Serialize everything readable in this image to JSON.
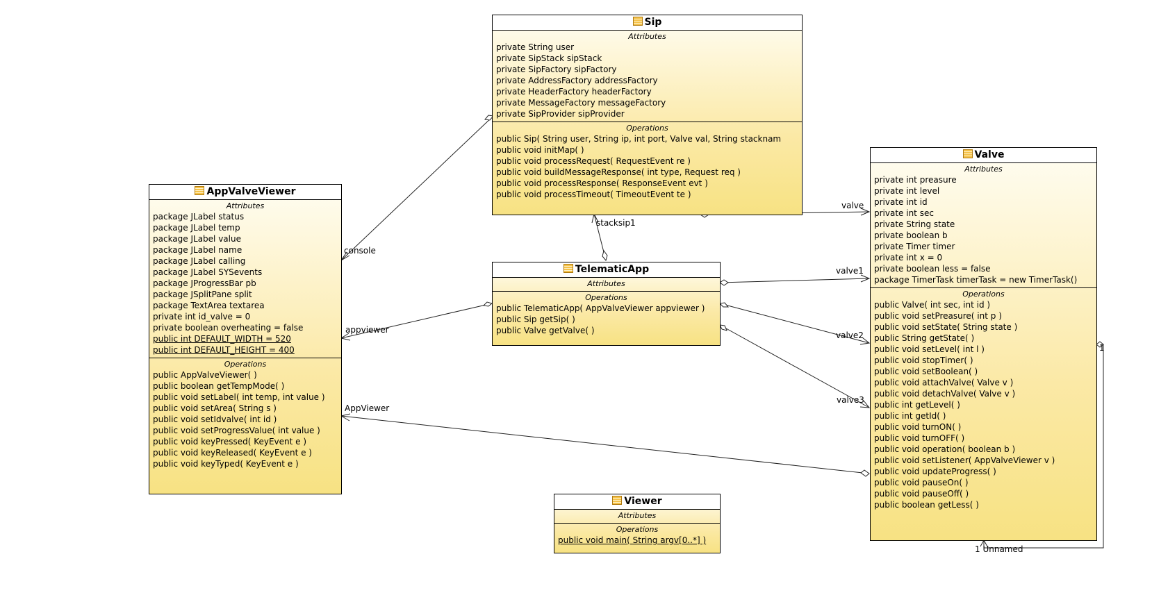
{
  "classes": {
    "sip": {
      "name": "Sip",
      "attributes_title": "Attributes",
      "operations_title": "Operations",
      "attributes": [
        "private String user",
        "private SipStack sipStack",
        "private SipFactory sipFactory",
        "private AddressFactory addressFactory",
        "private HeaderFactory headerFactory",
        "private MessageFactory messageFactory",
        "private SipProvider sipProvider"
      ],
      "operations": [
        "public Sip( String user, String ip, int port, Valve val, String stacknam",
        "public void  initMap(  )",
        "public void  processRequest( RequestEvent re )",
        "public void  buildMessageResponse( int type, Request req )",
        "public void  processResponse( ResponseEvent evt )",
        "public void  processTimeout( TimeoutEvent te )"
      ]
    },
    "appvalveviewer": {
      "name": "AppValveViewer",
      "attributes_title": "Attributes",
      "operations_title": "Operations",
      "attributes": [
        "package JLabel status",
        "package JLabel temp",
        "package JLabel value",
        "package JLabel name",
        "package JLabel calling",
        "package JLabel SYSevents",
        "package JProgressBar pb",
        "package JSplitPane split",
        "package TextArea textarea",
        "private int id_valve = 0",
        "private boolean overheating = false",
        "public int DEFAULT_WIDTH = 520",
        "public int DEFAULT_HEIGHT = 400"
      ],
      "operations": [
        "public AppValveViewer(  )",
        "public boolean  getTempMode(  )",
        "public void  setLabel( int temp, int value )",
        "public void  setArea( String s )",
        "public void  setIdvalve( int id )",
        "public void  setProgressValue( int value )",
        "public void  keyPressed( KeyEvent e )",
        "public void  keyReleased( KeyEvent e )",
        "public void  keyTyped( KeyEvent e )"
      ]
    },
    "telematicapp": {
      "name": "TelematicApp",
      "attributes_title": "Attributes",
      "operations_title": "Operations",
      "attributes": [],
      "operations": [
        "public TelematicApp( AppValveViewer appviewer )",
        "public Sip  getSip(  )",
        "public Valve  getValve(  )"
      ]
    },
    "valve": {
      "name": "Valve",
      "attributes_title": "Attributes",
      "operations_title": "Operations",
      "attributes": [
        "private int preasure",
        "private int level",
        "private int id",
        "private int sec",
        "private String state",
        "private boolean b",
        "private Timer timer",
        "private int x = 0",
        "private boolean less = false",
        "package TimerTask timerTask = new TimerTask()"
      ],
      "operations": [
        "public Valve( int sec, int id )",
        "public void  setPreasure( int p )",
        "public void  setState( String state )",
        "public String  getState(  )",
        "public void  setLevel( int l )",
        "public void  stopTimer(  )",
        "public void  setBoolean(  )",
        "public void  attachValve( Valve v )",
        "public void  detachValve( Valve v )",
        "public int  getLevel(  )",
        "public int  getId(  )",
        "public void  turnON(  )",
        "public void  turnOFF(  )",
        "public void  operation( boolean b )",
        "public void  setListener( AppValveViewer v )",
        "public void  updateProgress(  )",
        "public void  pauseOn(  )",
        "public void  pauseOff(  )",
        "public boolean  getLess(  )"
      ]
    },
    "viewer": {
      "name": "Viewer",
      "attributes_title": "Attributes",
      "operations_title": "Operations",
      "attributes": [],
      "operations": [
        "public void  main( String argv[0..*] )"
      ]
    }
  },
  "relations": [
    {
      "id": "sip-console",
      "from": "Sip",
      "to": "AppValveViewer",
      "kind": "aggregation",
      "label": "console"
    },
    {
      "id": "sip-valve",
      "from": "Sip",
      "to": "Valve",
      "kind": "aggregation",
      "label": "valve"
    },
    {
      "id": "telematic-stacksip",
      "from": "TelematicApp",
      "to": "Sip",
      "kind": "aggregation",
      "label": "stacksip1"
    },
    {
      "id": "telematic-appviewer",
      "from": "TelematicApp",
      "to": "AppValveViewer",
      "kind": "aggregation",
      "label": "appviewer"
    },
    {
      "id": "telematic-valve1",
      "from": "TelematicApp",
      "to": "Valve",
      "kind": "aggregation",
      "label": "valve1"
    },
    {
      "id": "telematic-valve2",
      "from": "TelematicApp",
      "to": "Valve",
      "kind": "aggregation",
      "label": "valve2"
    },
    {
      "id": "telematic-valve3",
      "from": "TelematicApp",
      "to": "Valve",
      "kind": "aggregation",
      "label": "valve3"
    },
    {
      "id": "valve-appviewer",
      "from": "Valve",
      "to": "AppValveViewer",
      "kind": "aggregation",
      "label": "AppViewer"
    },
    {
      "id": "valve-self",
      "from": "Valve",
      "to": "Valve",
      "kind": "aggregation",
      "label": "1 Unnamed",
      "mult": "1"
    }
  ]
}
